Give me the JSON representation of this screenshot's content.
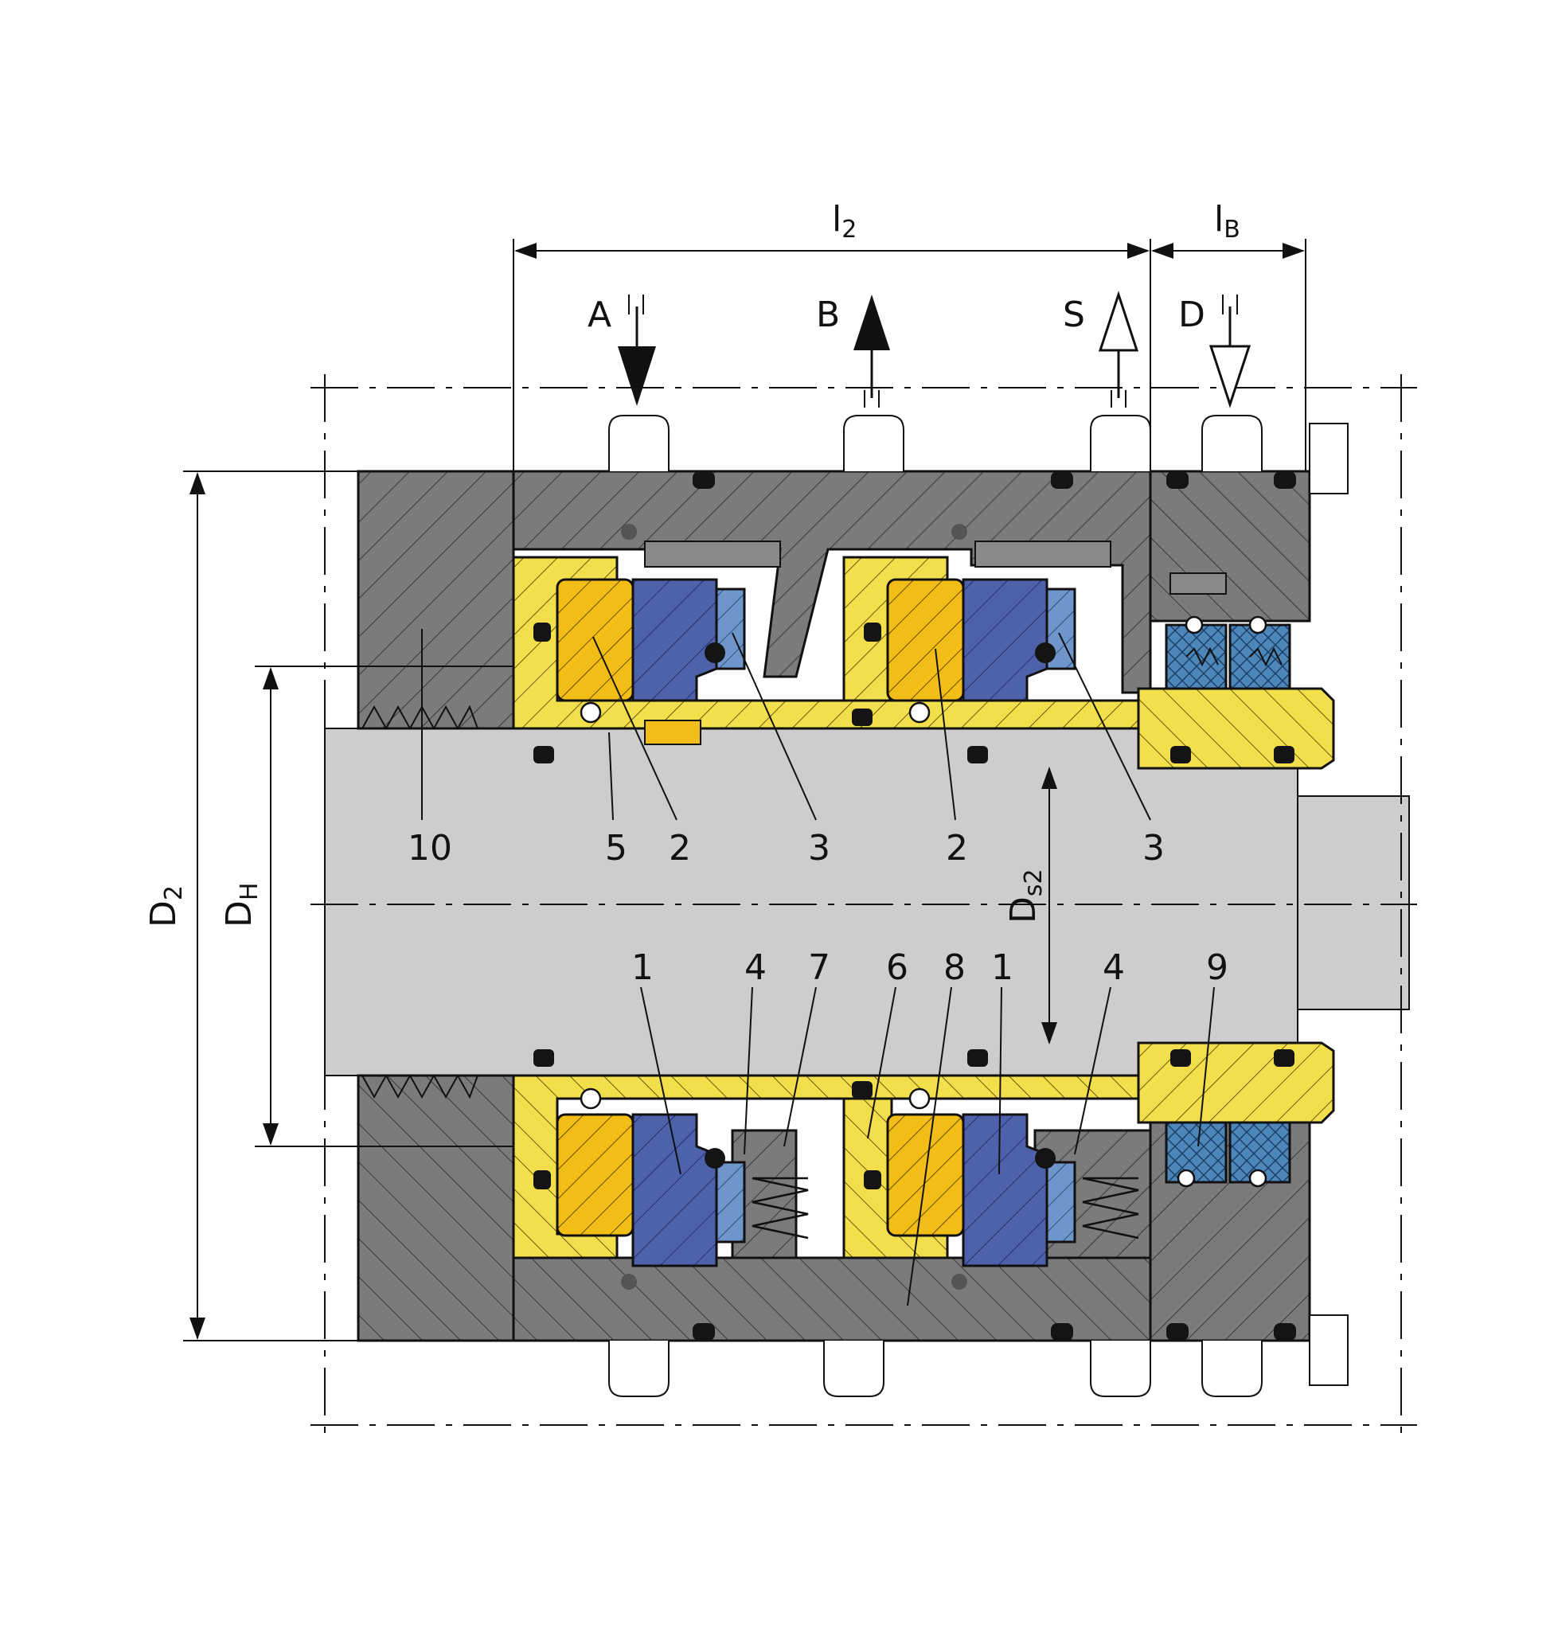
{
  "dimensions": {
    "l2": {
      "main": "l",
      "sub": "2"
    },
    "lB": {
      "main": "l",
      "sub": "B"
    },
    "D2": {
      "main": "D",
      "sub": "2"
    },
    "DH": {
      "main": "D",
      "sub": "H"
    },
    "Ds2": {
      "main": "D",
      "sub": "s2"
    }
  },
  "ports": [
    {
      "key": "A",
      "label": "A",
      "direction": "in"
    },
    {
      "key": "B",
      "label": "B",
      "direction": "out"
    },
    {
      "key": "S",
      "label": "S",
      "direction": "out"
    },
    {
      "key": "D",
      "label": "D",
      "direction": "in"
    }
  ],
  "callouts_top": [
    "10",
    "5",
    "2",
    "3",
    "2",
    "3"
  ],
  "callouts_bottom": [
    "1",
    "4",
    "7",
    "6",
    "8",
    "1",
    "4",
    "9"
  ],
  "colors": {
    "housing": "#7b7b7b",
    "shaft": "#cdcccf",
    "sleeve": "#f3df4c",
    "seat": "#f2bd16",
    "seal_face": "#4e62ac",
    "bellows": "#6e96cb",
    "bearing": "#4d86b9",
    "oring": "#141414"
  }
}
